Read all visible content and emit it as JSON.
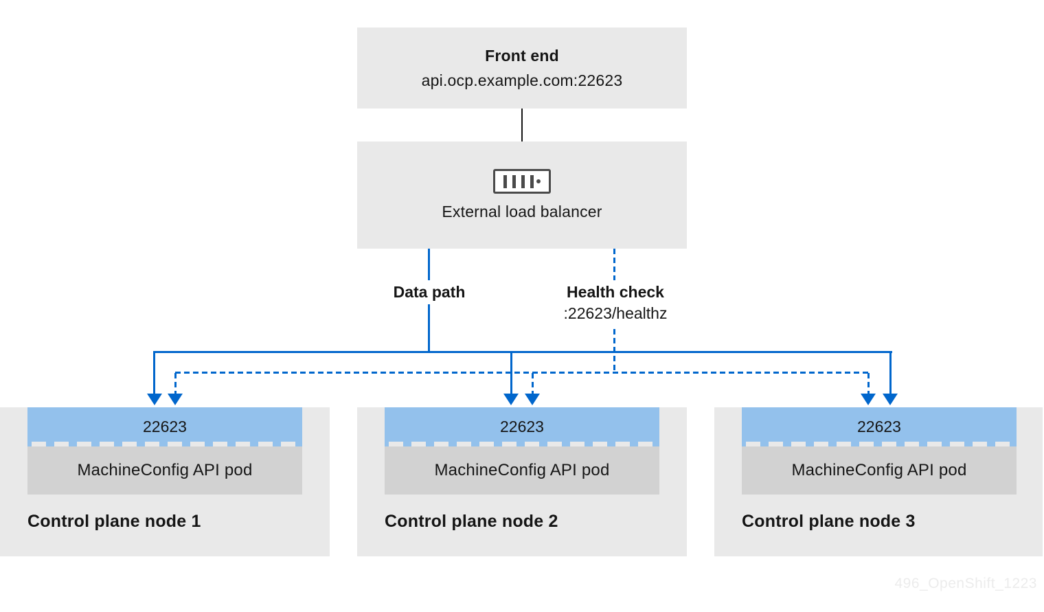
{
  "front_end": {
    "title": "Front end",
    "address": "api.ocp.example.com:22623"
  },
  "load_balancer": {
    "label": "External load balancer",
    "icon": "server-icon"
  },
  "paths": {
    "data_path_label": "Data path",
    "health_check_label": "Health check",
    "health_check_endpoint": ":22623/healthz"
  },
  "nodes": [
    {
      "port": "22623",
      "pod": "MachineConfig API pod",
      "label": "Control plane node 1"
    },
    {
      "port": "22623",
      "pod": "MachineConfig API pod",
      "label": "Control plane node 2"
    },
    {
      "port": "22623",
      "pod": "MachineConfig API pod",
      "label": "Control plane node 3"
    }
  ],
  "watermark": "496_OpenShift_1223",
  "colors": {
    "accent_blue": "#0066cc",
    "port_fill": "#93c1ec",
    "node_fill": "#e9e9e9",
    "pod_fill": "#d2d2d2",
    "icon_gray": "#4a4a4a",
    "text": "#151515"
  }
}
